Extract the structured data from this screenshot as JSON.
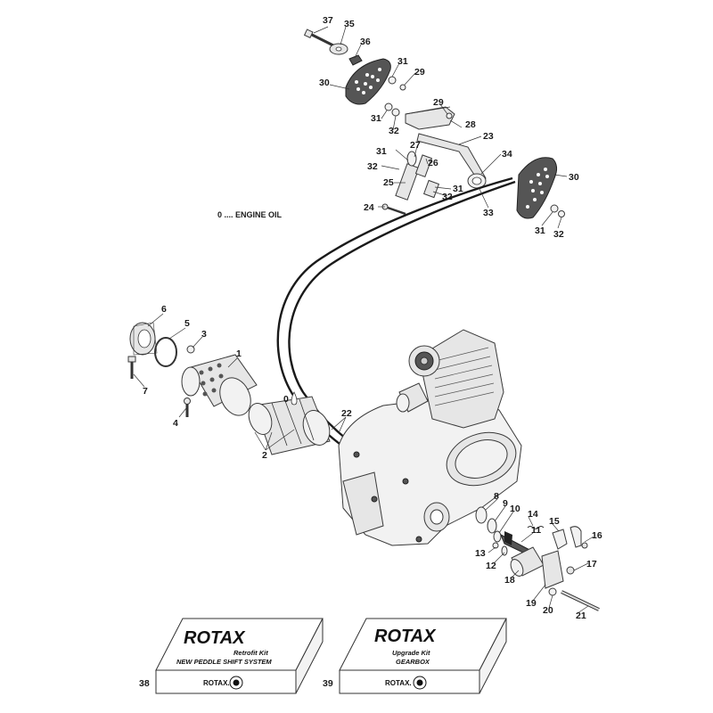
{
  "legend": {
    "text": "0 .... ENGINE OIL"
  },
  "callouts": {
    "c1": "1",
    "c2": "2",
    "c3": "3",
    "c4": "4",
    "c5": "5",
    "c6": "6",
    "c7": "7",
    "c8": "8",
    "c9": "9",
    "c10": "10",
    "c11": "11",
    "c12": "12",
    "c13": "13",
    "c14": "14",
    "c15": "15",
    "c16": "16",
    "c17": "17",
    "c18": "18",
    "c19": "19",
    "c20": "20",
    "c21": "21",
    "c22": "22",
    "c23": "23",
    "c24": "24",
    "c25": "25",
    "c26": "26",
    "c27": "27",
    "c28": "28",
    "c29a": "29",
    "c29b": "29",
    "c30a": "30",
    "c30b": "30",
    "c31a": "31",
    "c31b": "31",
    "c31c": "31",
    "c31d": "31",
    "c31e": "31",
    "c32a": "32",
    "c32b": "32",
    "c32c": "32",
    "c32d": "32",
    "c33": "33",
    "c34": "34",
    "c35": "35",
    "c36": "36",
    "c37": "37",
    "c38": "38",
    "c39": "39",
    "oil_mark": "0"
  },
  "kit_38": {
    "brand": "ROTAX",
    "line1": "Retrofit Kit",
    "line2": "NEW PEDDLE SHIFT SYSTEM",
    "footer_brand": "ROTAX."
  },
  "kit_39": {
    "brand": "ROTAX",
    "line1": "Upgrade Kit",
    "line2": "GEARBOX",
    "footer_brand": "ROTAX."
  }
}
